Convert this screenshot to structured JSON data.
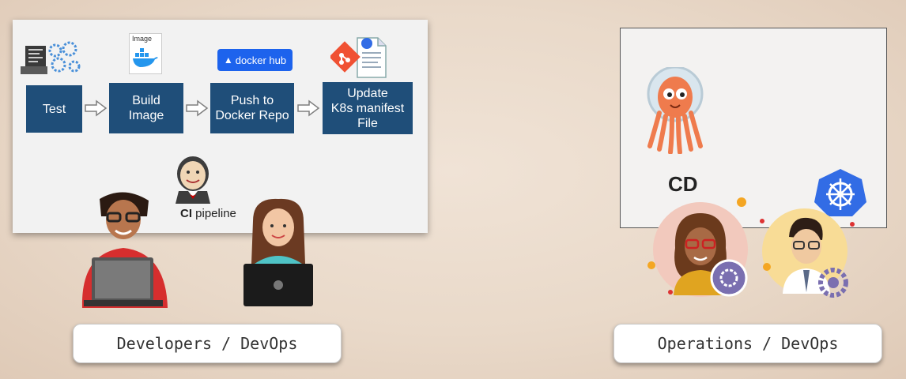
{
  "ci_panel": {
    "steps": [
      {
        "label": "Test"
      },
      {
        "label": "Build\nImage"
      },
      {
        "label": "Push to\nDocker Repo"
      },
      {
        "label": "Update\nK8s manifest\nFile"
      }
    ],
    "image_icon_label": "Image",
    "dockerhub_label": "docker hub",
    "pipeline_label_bold": "CI",
    "pipeline_label_rest": " pipeline"
  },
  "cd_panel": {
    "label": "CD"
  },
  "captions": {
    "left": "Developers / DevOps",
    "right": "Operations / DevOps"
  },
  "colors": {
    "step_fill": "#1f4e79",
    "dockerhub_bg": "#1d63ed",
    "k8s_blue": "#326ce5",
    "argo_orange": "#ef7b4d"
  }
}
